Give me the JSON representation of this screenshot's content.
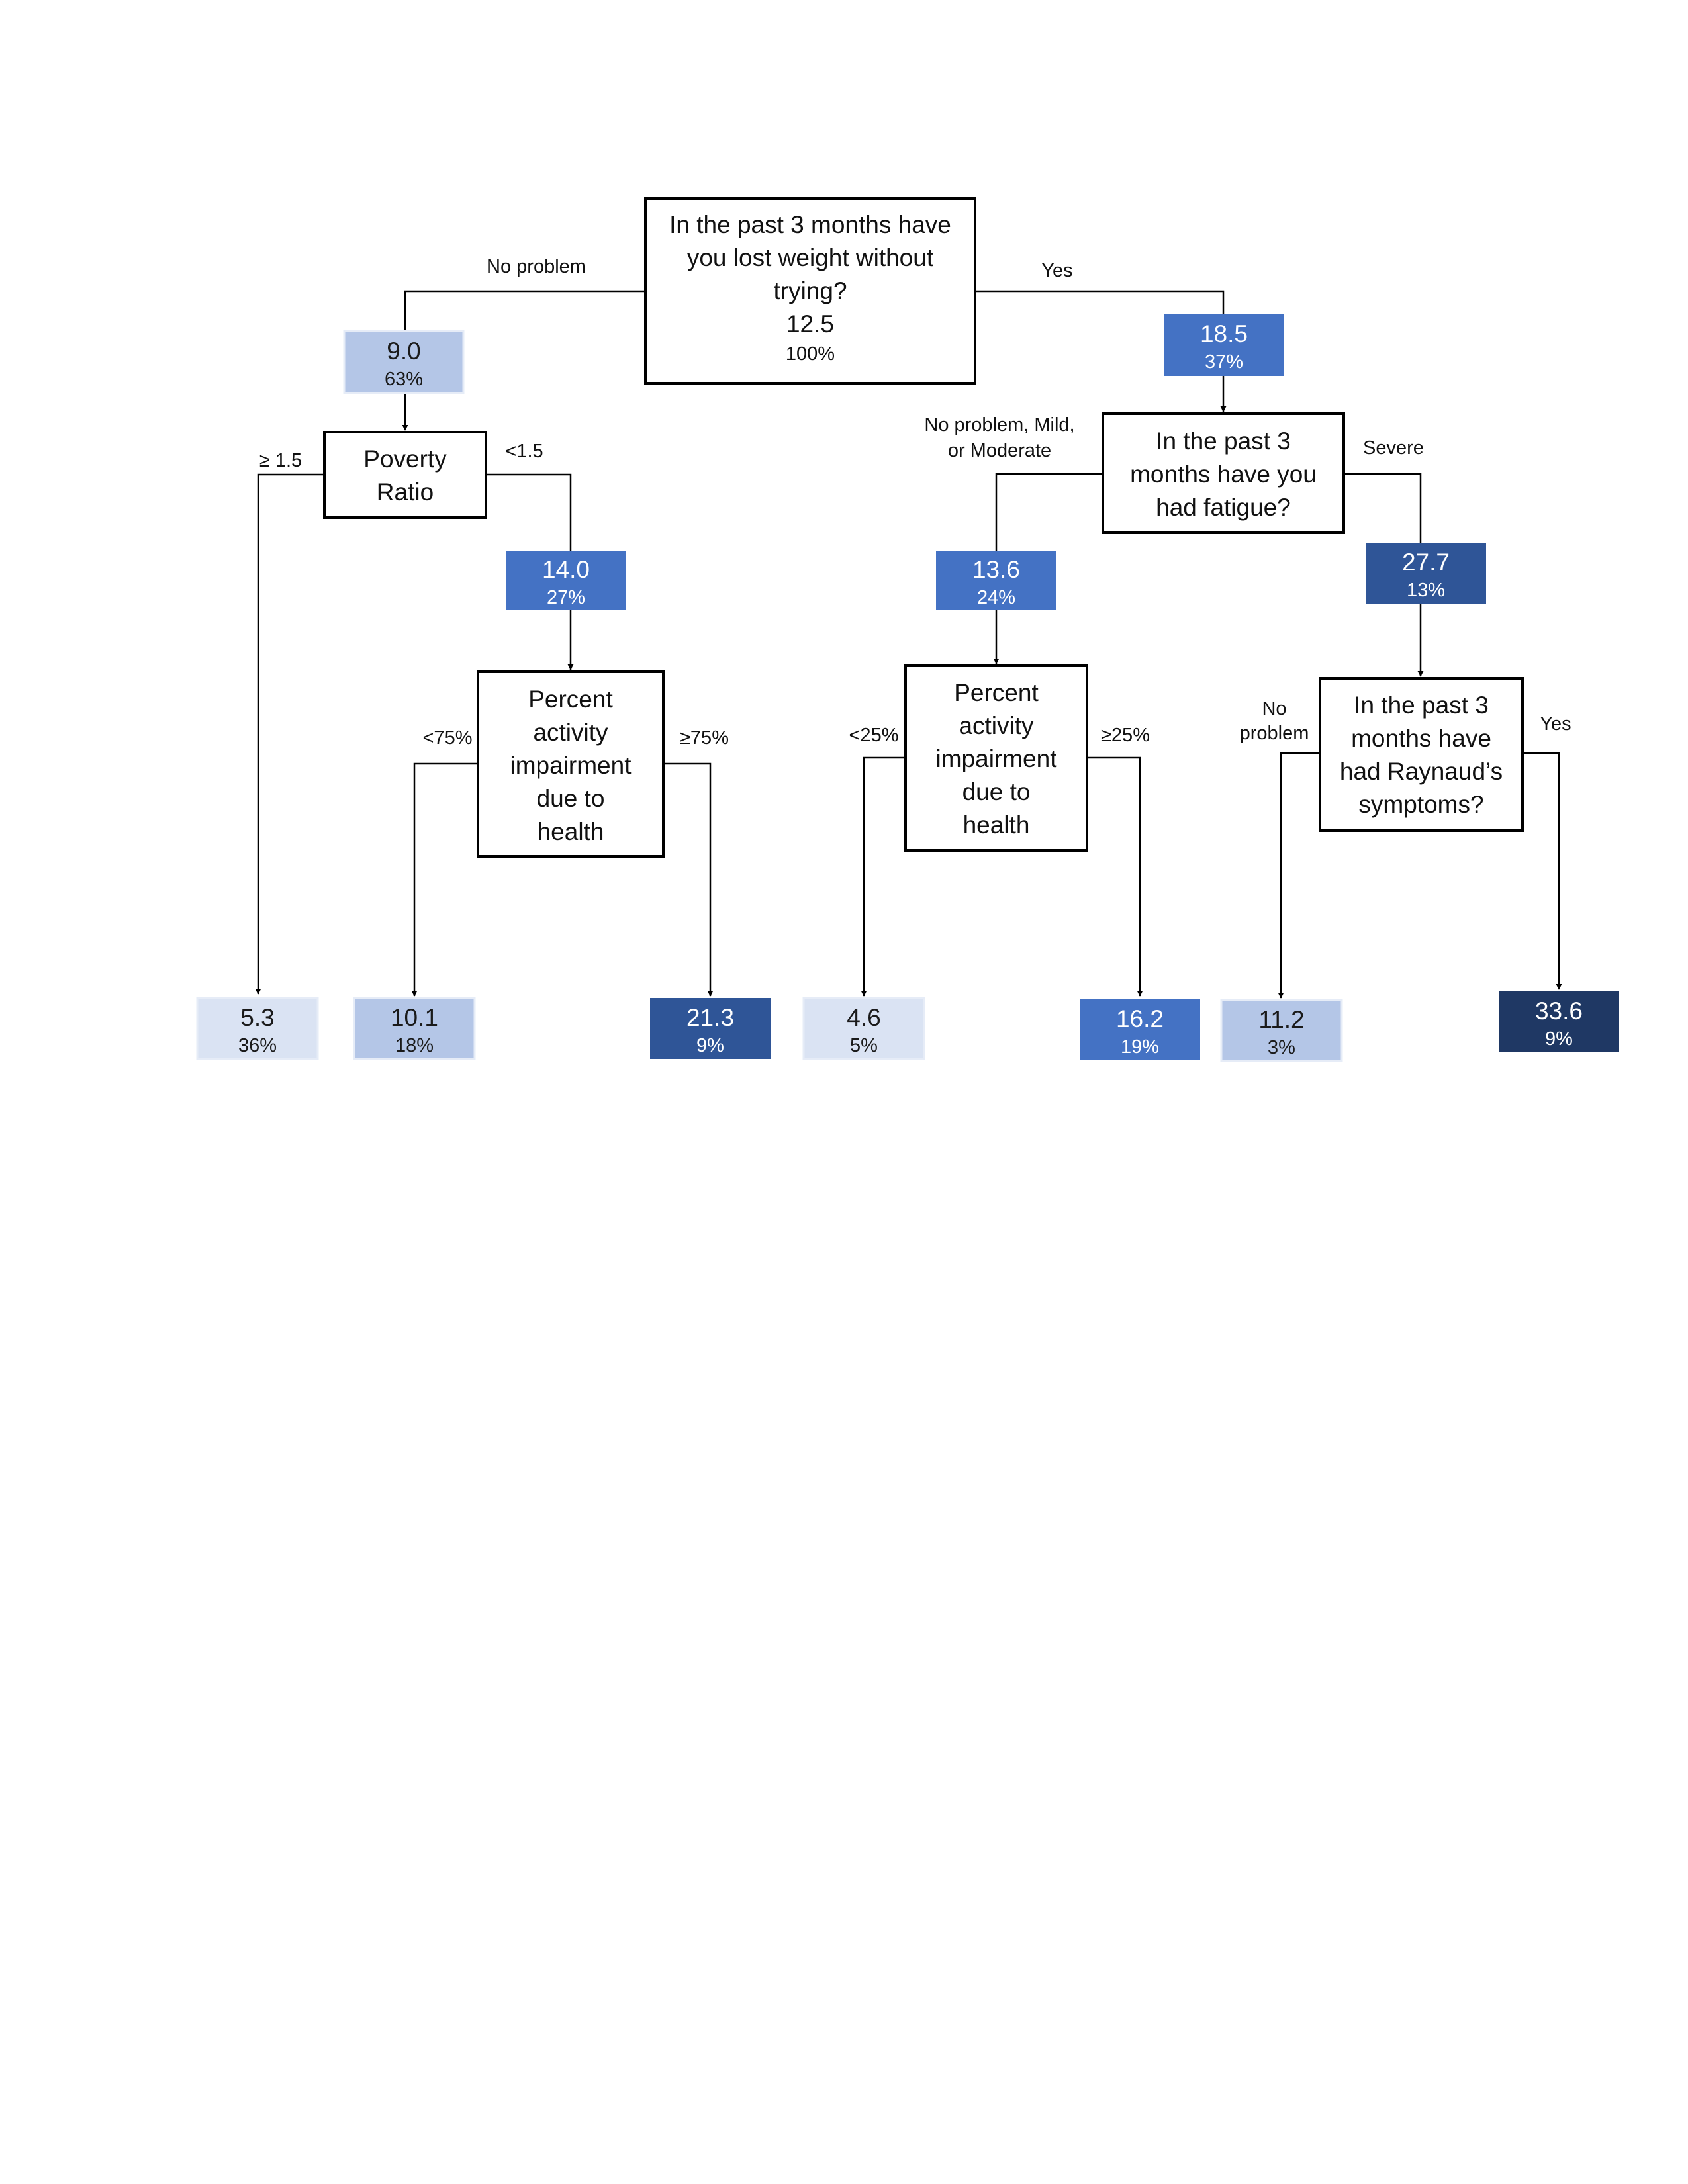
{
  "root": {
    "question_lines": [
      "In the past 3 months have",
      "you lost weight without",
      "trying?"
    ],
    "value": "12.5",
    "percent": "100%"
  },
  "edges": {
    "root_left": "No problem",
    "root_right": "Yes",
    "poverty_left": "≥ 1.5",
    "poverty_right": "<1.5",
    "pai75_left": "<75%",
    "pai75_right": "≥75%",
    "fatigue_left_lines": [
      "No problem, Mild,",
      "or Moderate"
    ],
    "fatigue_right": "Severe",
    "pai25_left": "<25%",
    "pai25_right": "≥25%",
    "raynaud_left_lines": [
      "No",
      "problem"
    ],
    "raynaud_right": "Yes"
  },
  "questions": {
    "poverty": [
      "Poverty",
      "Ratio"
    ],
    "pai75": [
      "Percent",
      "activity",
      "impairment",
      "due to",
      "health"
    ],
    "fatigue": [
      "In the past 3",
      "months have you",
      "had fatigue?"
    ],
    "pai25": [
      "Percent",
      "activity",
      "impairment",
      "due to",
      "health"
    ],
    "raynaud": [
      "In the past 3",
      "months have",
      "had Raynaud’s",
      "symptoms?"
    ]
  },
  "nodes": {
    "no_weight_loss": {
      "value": "9.0",
      "percent": "63%",
      "color": "#b4c6e7"
    },
    "weight_loss": {
      "value": "18.5",
      "percent": "37%",
      "color": "#4472c4"
    },
    "poverty_low": {
      "value": "14.0",
      "percent": "27%",
      "color": "#4472c4"
    },
    "fatigue_not_severe": {
      "value": "13.6",
      "percent": "24%",
      "color": "#4472c4"
    },
    "fatigue_severe": {
      "value": "27.7",
      "percent": "13%",
      "color": "#2f5597"
    }
  },
  "leaves": {
    "poverty_high": {
      "value": "5.3",
      "percent": "36%",
      "color": "#dae3f3"
    },
    "pai_under75": {
      "value": "10.1",
      "percent": "18%",
      "color": "#b4c6e7"
    },
    "pai_over75": {
      "value": "21.3",
      "percent": "9%",
      "color": "#2f5597"
    },
    "pai_under25": {
      "value": "4.6",
      "percent": "5%",
      "color": "#dae3f3"
    },
    "pai_over25": {
      "value": "16.2",
      "percent": "19%",
      "color": "#4472c4"
    },
    "raynaud_no": {
      "value": "11.2",
      "percent": "3%",
      "color": "#b4c6e7"
    },
    "raynaud_yes": {
      "value": "33.6",
      "percent": "9%",
      "color": "#1f3864"
    }
  }
}
